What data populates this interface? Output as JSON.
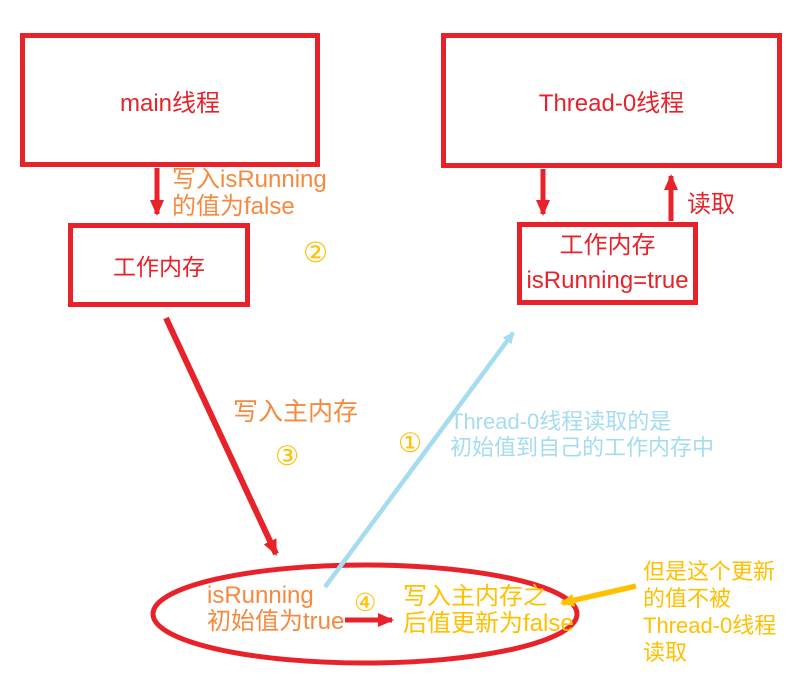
{
  "diagram": {
    "boxes": {
      "main_thread": "main线程",
      "thread0": "Thread-0线程",
      "main_working_memory": "工作内存",
      "thread0_working_memory_title": "工作内存",
      "thread0_working_memory_value": "isRunning=true"
    },
    "labels": {
      "write_isrunning_line1": "写入isRunning",
      "write_isrunning_line2": "的值为false",
      "step1": "①",
      "step2": "②",
      "step3": "③",
      "step4": "④",
      "write_main_memory": "写入主内存",
      "blue_note_line1": "Thread-0线程读取的是",
      "blue_note_line2": "初始值到自己的工作内存中",
      "read": "读取",
      "ellipse_value_line1": "isRunning",
      "ellipse_value_line2": "初始值为true",
      "update_value_line1": "写入主内存之",
      "update_value_line2": "后值更新为false",
      "not_read_note_line1": "但是这个更新",
      "not_read_note_line2": "的值不被",
      "not_read_note_line3": "Thread-0线程",
      "not_read_note_line4": "读取"
    },
    "colors": {
      "red": "#e8222b",
      "orange": "#f6893d",
      "gold": "#ffc000",
      "light_blue": "#a5dcef",
      "background": "#ffffff"
    }
  }
}
